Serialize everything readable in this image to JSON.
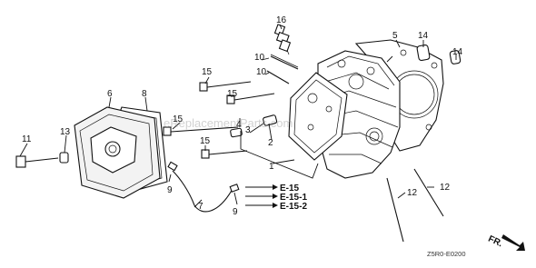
{
  "watermark": "eReplacementParts.com",
  "callouts": {
    "c1": "1",
    "c2": "2",
    "c3": "3",
    "c4": "4",
    "c5": "5",
    "c6": "6",
    "c7": "7",
    "c8": "8",
    "c9a": "9",
    "c9b": "9",
    "c10a": "10",
    "c10b": "10",
    "c11": "11",
    "c12a": "12",
    "c12b": "12",
    "c13": "13",
    "c14a": "14",
    "c14b": "14",
    "c15a": "15",
    "c15b": "15",
    "c15c": "15",
    "c15d": "15",
    "c16": "16"
  },
  "references": [
    "E-15",
    "E-15-1",
    "E-15-2"
  ],
  "direction_label": "FR.",
  "figure_code": "Z5R0-E0200"
}
